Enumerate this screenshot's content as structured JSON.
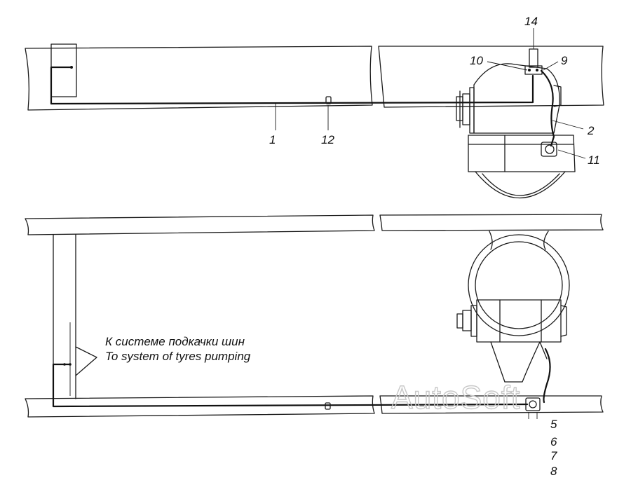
{
  "callouts": {
    "c1": "1",
    "c2": "2",
    "c5": "5",
    "c6": "6",
    "c7": "7",
    "c8": "8",
    "c9": "9",
    "c10": "10",
    "c11": "11",
    "c12": "12",
    "c14": "14"
  },
  "notes": {
    "ru": "К системе подкачки шин",
    "en": "To system of tyres pumping"
  },
  "watermark": "AutoSoft",
  "colors": {
    "ink": "#111111",
    "watermark": "#c8c8c8",
    "background": "#ffffff"
  }
}
